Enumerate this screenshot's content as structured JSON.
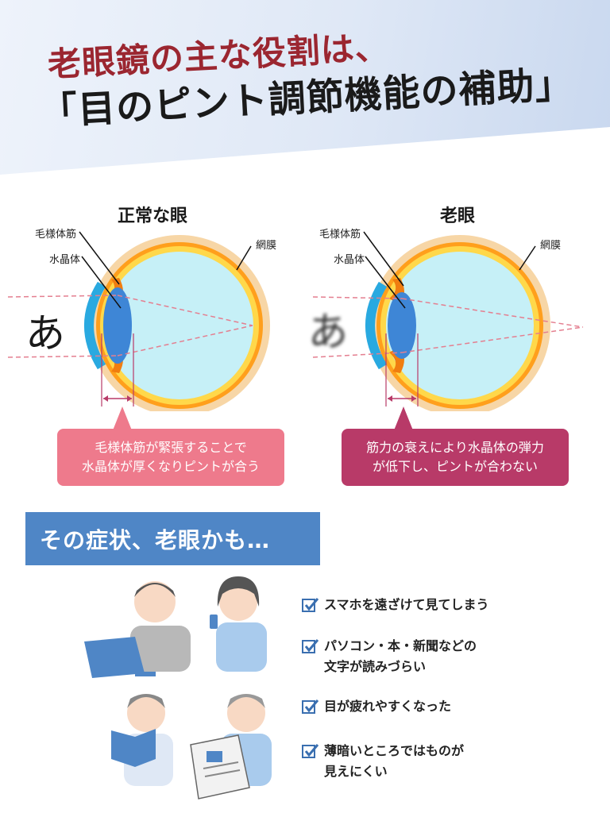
{
  "header": {
    "line1": "老眼鏡の主な役割は、",
    "line2": "「目のピント調節機能の補助」"
  },
  "diagrams": [
    {
      "title": "正常な眼",
      "labels": {
        "ciliary_muscle": "毛様体筋",
        "lens": "水晶体",
        "retina": "網膜"
      },
      "sample_char": "あ",
      "caption_lines": [
        "毛様体筋が緊張することで",
        "水晶体が厚くなりピントが合う"
      ]
    },
    {
      "title": "老眼",
      "labels": {
        "ciliary_muscle": "毛様体筋",
        "lens": "水晶体",
        "retina": "網膜"
      },
      "sample_char": "あ",
      "caption_lines": [
        "筋力の衰えにより水晶体の弾力",
        "が低下し、ピントが合わない"
      ]
    }
  ],
  "symptoms_section": {
    "title": "その症状、老眼かも…",
    "items": [
      {
        "lines": [
          "スマホを遠ざけて見てしまう"
        ]
      },
      {
        "lines": [
          "パソコン・本・新聞などの",
          "文字が読みづらい"
        ]
      },
      {
        "lines": [
          "目が疲れやすくなった"
        ]
      },
      {
        "lines": [
          "薄暗いところではものが",
          "見えにくい"
        ]
      }
    ]
  },
  "colors": {
    "headline_red": "#9b2630",
    "bubble_normal": "#ee7a8c",
    "bubble_presbyopia": "#b83a68",
    "banner_blue": "#4f86c6",
    "check_blue": "#3a6fb0"
  },
  "icons": [
    "check-icon"
  ]
}
